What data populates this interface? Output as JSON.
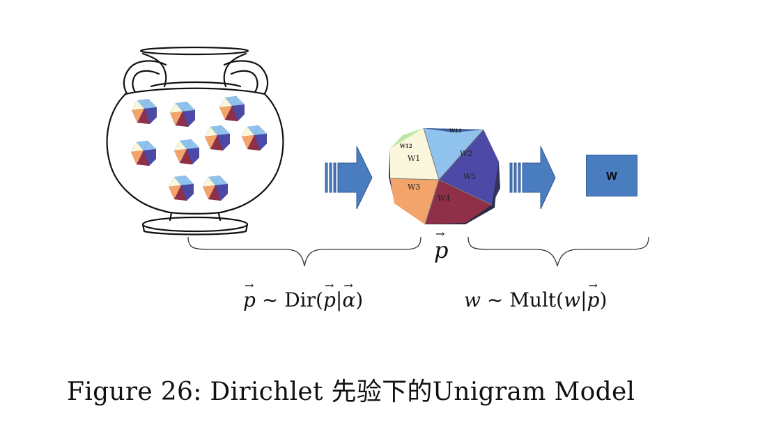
{
  "die": {
    "faces": [
      "W1",
      "W2",
      "W3",
      "W4",
      "W5",
      "W12",
      "W11"
    ]
  },
  "output_box": {
    "label": "w"
  },
  "labels": {
    "p_label": "p",
    "dirichlet": {
      "var": "p",
      "tilde": "~",
      "fn": "Dir(",
      "arg": "p",
      "bar": "|",
      "param": "α",
      "close": ")"
    },
    "mult": {
      "var": "w",
      "tilde": "~",
      "fn": "Mult(",
      "arg": "w",
      "bar": "|",
      "param": "p",
      "close": ")"
    }
  },
  "caption": "Figure 26: Dirichlet 先验下的Unigram Model",
  "colors": {
    "arrow": "#4a7cc0",
    "w1": "#fbf7dc",
    "w2": "#8fc3ee",
    "w3": "#f2a46a",
    "w4": "#8f2f48",
    "w5": "#4c4aa6",
    "w12": "#bfe6a6",
    "w11": "#3b5aa0",
    "dark": "#2a2a44"
  }
}
